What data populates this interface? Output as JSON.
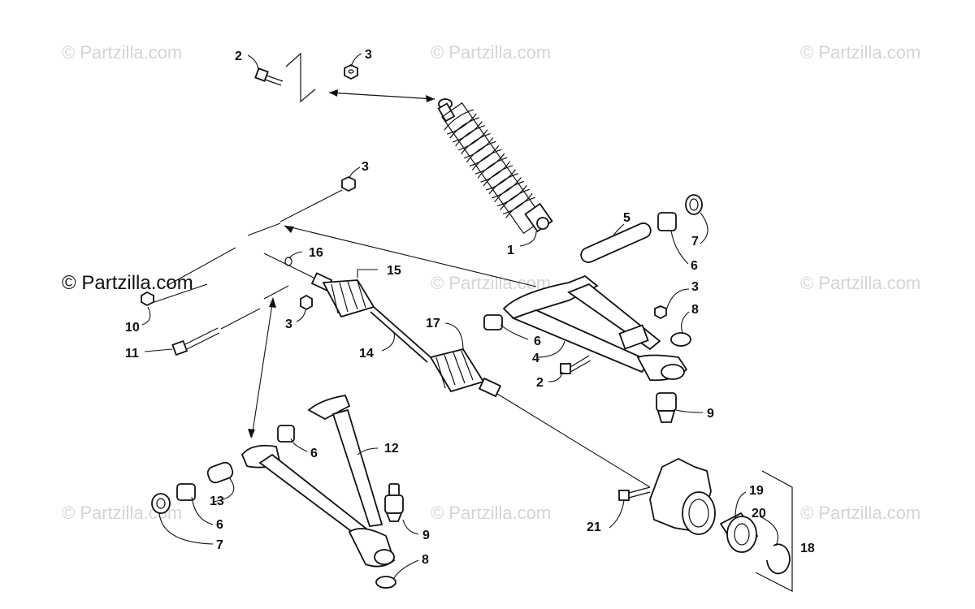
{
  "watermark": {
    "text": "© Partzilla.com"
  },
  "diagram": {
    "callouts": {
      "c1": "1",
      "c2a": "2",
      "c2b": "2",
      "c3a": "3",
      "c3b": "3",
      "c3c": "3",
      "c3d": "3",
      "c4": "4",
      "c5": "5",
      "c6a": "6",
      "c6b": "6",
      "c6c": "6",
      "c6d": "6",
      "c7a": "7",
      "c7b": "7",
      "c8a": "8",
      "c8b": "8",
      "c9a": "9",
      "c9b": "9",
      "c10": "10",
      "c11": "11",
      "c12": "12",
      "c13": "13",
      "c14": "14",
      "c15": "15",
      "c16": "16",
      "c17": "17",
      "c18": "18",
      "c19": "19",
      "c20": "20",
      "c21": "21"
    }
  }
}
